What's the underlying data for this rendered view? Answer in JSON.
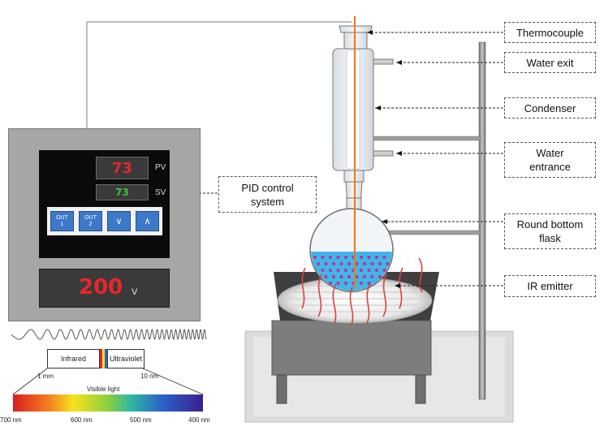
{
  "callouts": {
    "thermocouple": "Thermocouple",
    "water_exit": "Water exit",
    "condenser": "Condenser",
    "water_entrance": "Water\nentrance",
    "round_bottom_flask": "Round bottom\nflask",
    "ir_emitter": "IR emitter",
    "pid_control_system": "PID control\nsystem"
  },
  "pid_controller": {
    "pv_value": "73",
    "pv_label": "PV",
    "sv_value": "73",
    "sv_label": "SV",
    "buttons": [
      "OUT\n1",
      "OUT\n2",
      "∨",
      "∧"
    ],
    "voltage_value": "200",
    "voltage_unit": "V"
  },
  "spectrum": {
    "infrared": "Infrared",
    "ultraviolet": "Ultraviolet",
    "wl_1mm": "1 mm",
    "wl_10nm": "10 nm",
    "visible_light": "Visible light",
    "ticks": [
      "700 nm",
      "600 nm",
      "500 nm",
      "400 nm"
    ]
  },
  "colors": {
    "pv_digits": "#e8262b",
    "sv_digits": "#3fbf3f",
    "voltage_digits": "#e8262b",
    "thermocouple_wire": "#f07c1c",
    "water": "#3fb6ea",
    "particles": "#c2338f",
    "heat_arrows": "#d9433b",
    "button_blue": "#3d78c9"
  }
}
